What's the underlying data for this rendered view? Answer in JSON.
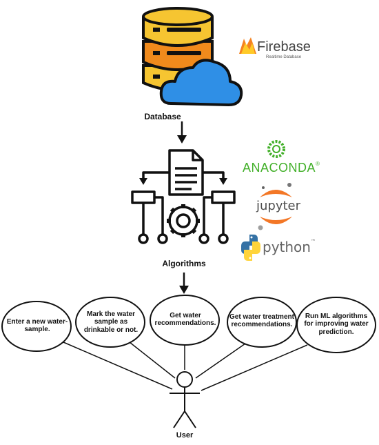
{
  "labels": {
    "database": "Database",
    "algorithms": "Algorithms",
    "user": "User"
  },
  "brands": {
    "firebase": {
      "name": "Firebase",
      "tagline": "Realtime Database"
    },
    "anaconda": {
      "name": "ANACONDA",
      "mark": "®"
    },
    "jupyter": {
      "name": "jupyter"
    },
    "python": {
      "name": "python",
      "mark": "™"
    }
  },
  "use_cases": [
    {
      "text": "Enter a new water-sample."
    },
    {
      "text": "Mark the water sample as drinkable or not."
    },
    {
      "text": "Get water recommendations."
    },
    {
      "text": "Get water treatment recommendations."
    },
    {
      "text": "Run ML algorithms for improving water prediction."
    }
  ],
  "colors": {
    "db_yellow": "#f6c531",
    "db_orange": "#f08a1c",
    "cloud_blue": "#2f8fe6",
    "firebase_orange": "#f58220",
    "anaconda_green": "#43b02a",
    "jupyter_orange": "#f37726",
    "python_blue": "#3572a5",
    "python_yellow": "#ffd43b"
  }
}
